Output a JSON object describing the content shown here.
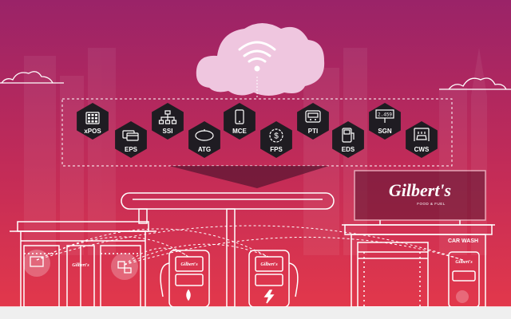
{
  "brand": {
    "name": "Gilbert's",
    "tagline": "FOOD & FUEL",
    "sign_small": "Gilbert's"
  },
  "carwash": {
    "label": "CAR WASH"
  },
  "systems": [
    {
      "label": "xPOS",
      "icon": "pos-terminal-icon"
    },
    {
      "label": "EPS",
      "icon": "payment-card-icon"
    },
    {
      "label": "SSI",
      "icon": "network-tree-icon"
    },
    {
      "label": "ATG",
      "icon": "fuel-tank-icon"
    },
    {
      "label": "MCE",
      "icon": "mobile-phone-icon"
    },
    {
      "label": "FPS",
      "icon": "dollar-gear-icon"
    },
    {
      "label": "PTI",
      "icon": "pump-display-icon"
    },
    {
      "label": "EDS",
      "icon": "fuel-dispenser-icon"
    },
    {
      "label": "SGN",
      "icon": "price-sign-icon"
    },
    {
      "label": "CWS",
      "icon": "car-wash-icon"
    }
  ],
  "sign_display": {
    "price_text": "2.459"
  },
  "colors": {
    "top": "#9a2368",
    "bottom": "#e5394a",
    "line": "#ffffff",
    "hex": "#1f1c22",
    "cloud": "#efc6df",
    "wifi": "#ffffff",
    "ground": "#efefef"
  }
}
